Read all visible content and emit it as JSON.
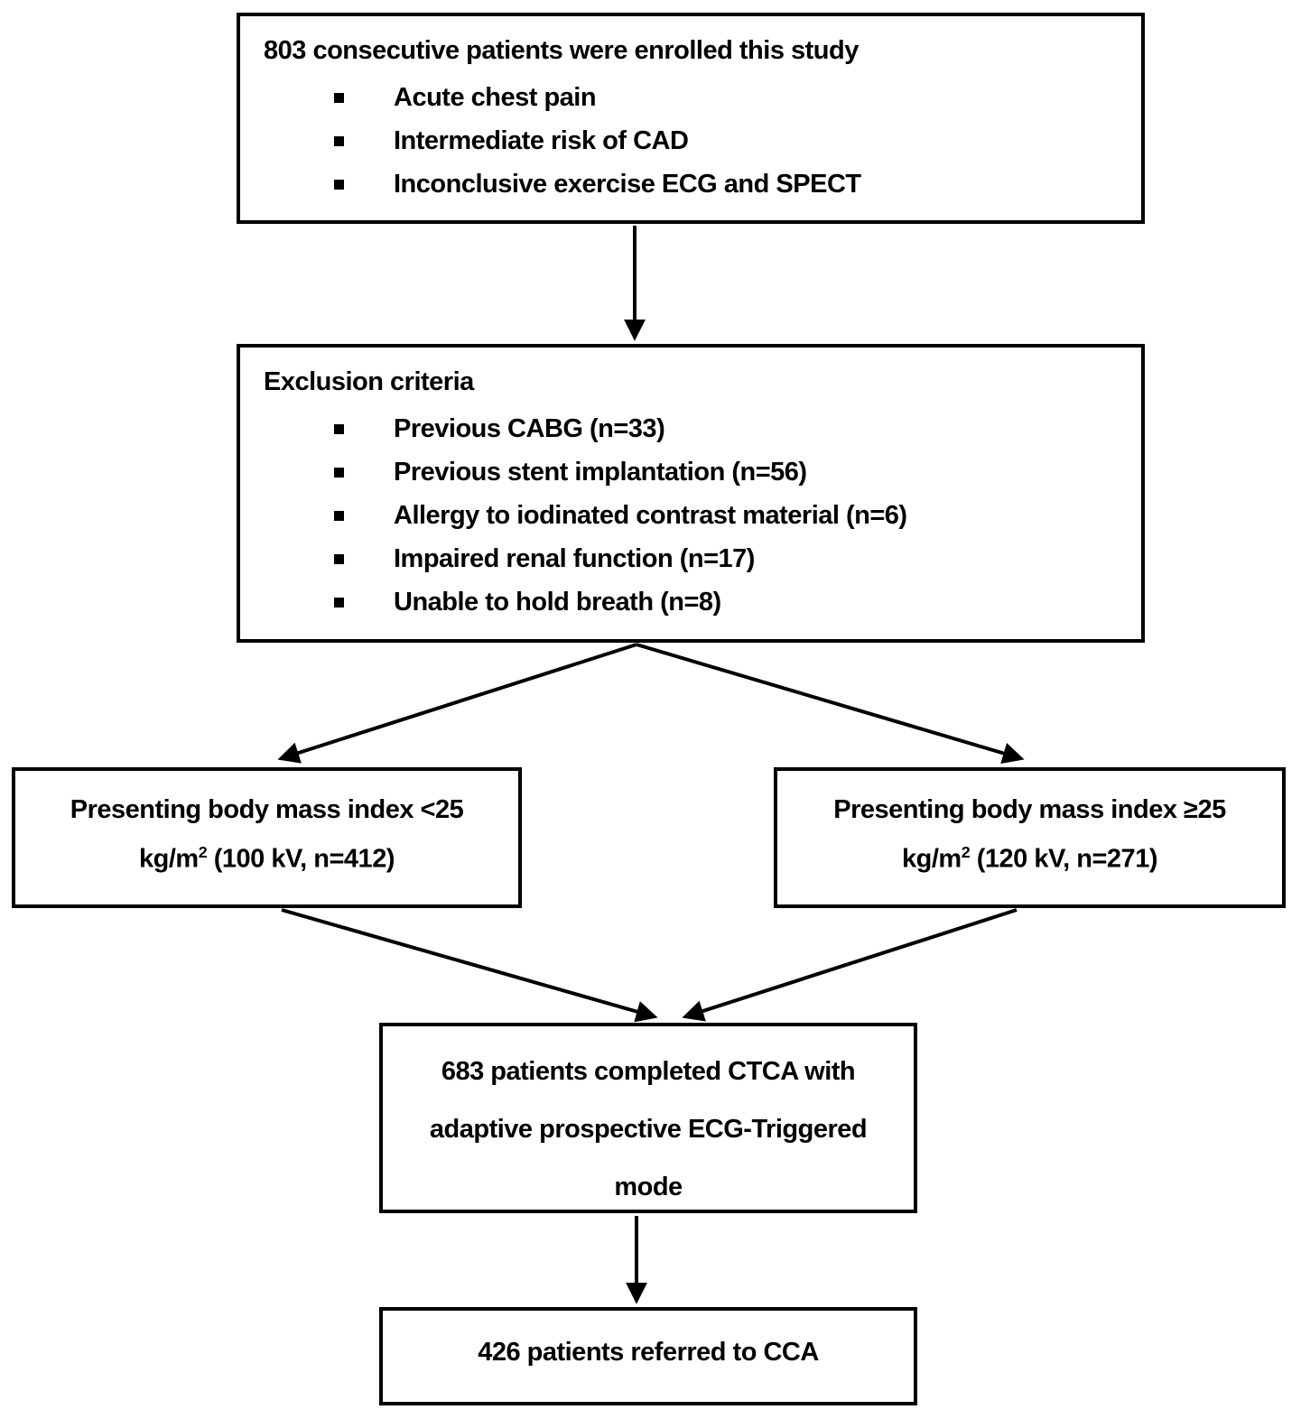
{
  "colors": {
    "background": "#ffffff",
    "box_border": "#000000",
    "text": "#000000",
    "arrow": "#000000"
  },
  "flowchart": {
    "enrolled": {
      "title": "803 consecutive patients were enrolled this study",
      "items": [
        "Acute chest pain",
        "Intermediate risk of CAD",
        "Inconclusive exercise ECG and SPECT"
      ]
    },
    "exclusion": {
      "title": "Exclusion criteria",
      "items": [
        "Previous CABG (n=33)",
        "Previous stent implantation (n=56)",
        "Allergy to iodinated contrast material (n=6)",
        "Impaired renal function (n=17)",
        "Unable to hold breath (n=8)"
      ]
    },
    "bmi_low": {
      "line1": "Presenting body mass index <25",
      "unit_base": "kg/m",
      "unit_sup": "2",
      "detail": " (100 kV, n=412)"
    },
    "bmi_high": {
      "line1": "Presenting body mass index ≥25",
      "unit_base": "kg/m",
      "unit_sup": "2",
      "detail": " (120 kV, n=271)"
    },
    "ctca": {
      "text": "683 patients completed CTCA with adaptive prospective ECG-Triggered mode"
    },
    "cca": {
      "text": "426 patients referred to CCA"
    }
  }
}
